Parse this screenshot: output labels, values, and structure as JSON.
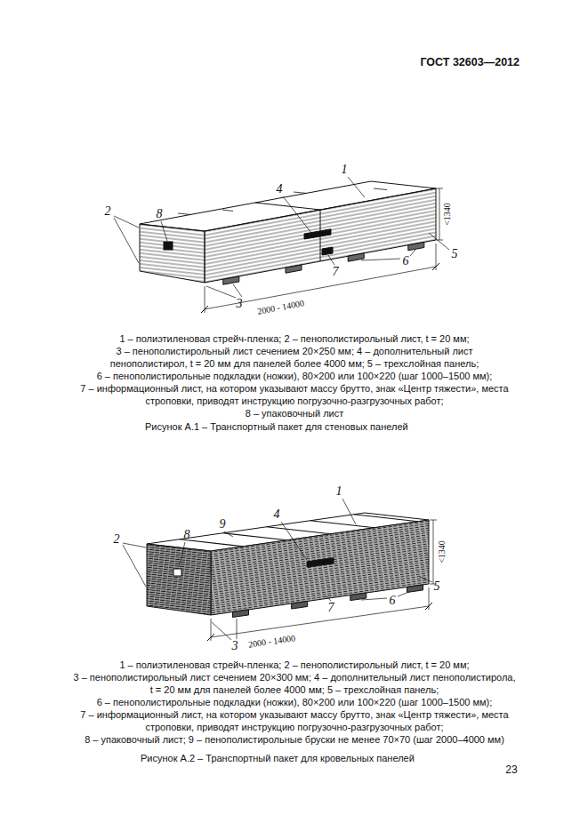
{
  "diagram": {
    "labels": [
      "ГОСТ 32603—2012",
      "1",
      "2",
      "8",
      "4",
      "<1340",
      "5",
      "6",
      "2000 - 14000",
      "7",
      "3",
      "1 – полиэтиленовая стрейч-пленка; 2 – пенополистирольный лист, t = 20 мм;",
      "3 – пенополистирольный лист  сечением 20×250 мм; 4 – дополнительный лист",
      "пенополистирол, t = 20 мм для панелей более 4000 мм; 5 – трехслойная панель;",
      "6 – пенополистирольные подкладки (ножки), 80×200 или 100×220 (шаг 1000–1500 мм);",
      "7 – информационный лист, на котором указывают массу брутто, знак «Центр тяжести», места",
      "строповки, приводят инструкцию погрузочно-разгрузочных работ;",
      "8 – упаковочный лист",
      "Рисунок А.1 – Транспортный пакет для стеновых панелей",
      "1",
      "9",
      "4",
      "2",
      "8",
      "<1340",
      "5",
      "6",
      "2000 - 14000",
      "7",
      "3",
      "1 – полиэтиленовая стрейч-пленка; 2 – пенополистирольный лист, t = 20 мм;",
      "3 – пенополистирольный лист  сечением 20×300 мм; 4 – дополнительный лист пенополистирола,",
      "t = 20 мм для панелей более 4000 мм; 5 – трехслойная панель;",
      "6 – пенополистирольные подкладки (ножки), 80×200 или 100×220 (шаг 1000–1500 мм);",
      "7 – информационный лист, на котором указывают массу брутто, знак «Центр тяжести», места",
      "строповки, приводят инструкцию погрузочно-разгрузочных работ;",
      "8 – упаковочный лист; 9 – пенополистирольные бруски не менее 70×70 (шаг 2000–4000 мм)",
      "Рисунок А.2 – Транспортный пакет для кровельных панелей",
      "23"
    ]
  }
}
